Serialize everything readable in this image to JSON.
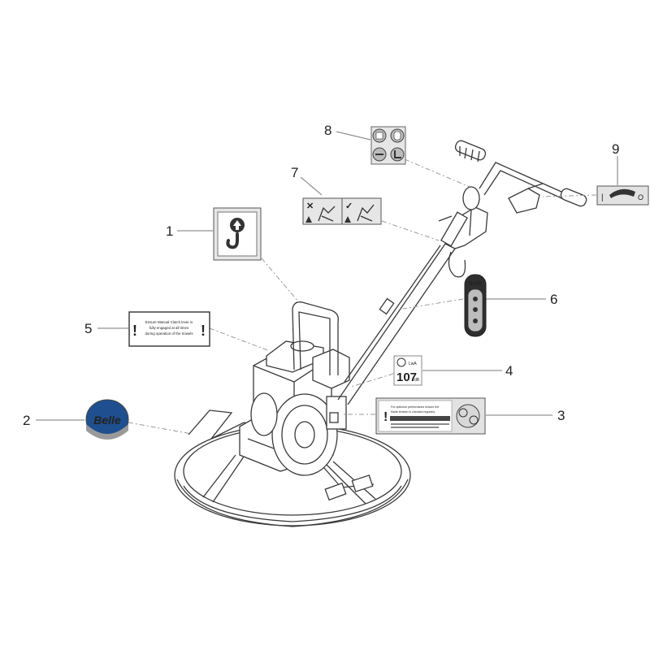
{
  "callouts": {
    "n1": "1",
    "n2": "2",
    "n3": "3",
    "n4": "4",
    "n5": "5",
    "n6": "6",
    "n7": "7",
    "n8": "8",
    "n9": "9"
  },
  "decals": {
    "logo_text": "Belle",
    "noise_value": "107",
    "noise_unit": "dB",
    "noise_prefix": "LwA",
    "clutch_warning": [
      "Ensure Manual Clutch lever is",
      "fully engaged at all times",
      "during operation of the trowels"
    ],
    "performance_notice": [
      "For optimum performance ensure the",
      "blade tension is checked regularly"
    ],
    "throttle_symbols": [
      "|",
      "O"
    ]
  },
  "colors": {
    "line": "#3a3a3a",
    "leader": "#7a7a7a",
    "decal_grey": "#cfcfcf",
    "logo_blue": "#1f4f8f"
  }
}
